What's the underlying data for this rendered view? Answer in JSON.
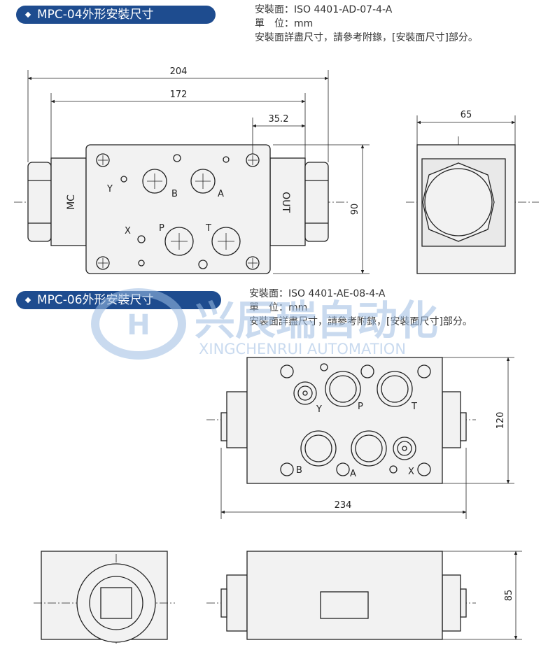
{
  "section1": {
    "title": "MPC-04外形安裝尺寸",
    "spec_lines": [
      "安裝面：ISO 4401-AD-07-4-A",
      "單　位：mm",
      "安裝面詳盡尺寸，請參考附錄，[安裝面尺寸]部分。"
    ],
    "dims": {
      "overall": "204",
      "body": "172",
      "offset": "35.2",
      "height": "90",
      "side_width": "65"
    },
    "side_labels": {
      "left": "MC",
      "right": "OUT"
    },
    "ports": {
      "y": "Y",
      "b": "B",
      "a": "A",
      "x": "X",
      "p": "P",
      "t": "T"
    }
  },
  "section2": {
    "title": "MPC-06外形安裝尺寸",
    "spec_lines": [
      "安裝面：ISO 4401-AE-08-4-A",
      "單　位：mm",
      "安裝面詳盡尺寸，請參考附錄，[安裝面尺寸]部分。"
    ],
    "dims": {
      "length": "234",
      "height": "120",
      "side_height": "85"
    },
    "ports": {
      "y": "Y",
      "p": "P",
      "t": "T",
      "b": "B",
      "a": "A",
      "x": "X"
    }
  },
  "watermark": {
    "cn": "兴辰瑞自动化",
    "en": "XINGCHENRUI AUTOMATION"
  },
  "colors": {
    "pill": "#1e4c8f",
    "line": "#222222",
    "body_fill": "#f2f2f2",
    "watermark": "#9dbde3"
  }
}
